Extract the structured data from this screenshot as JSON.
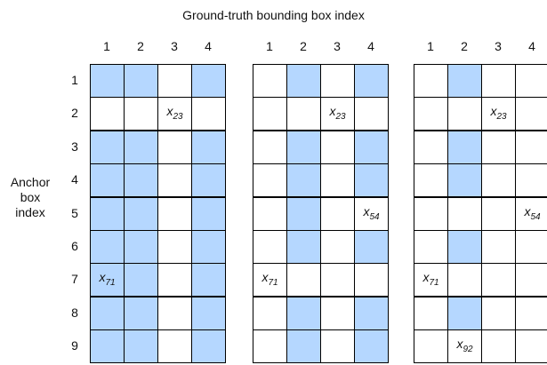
{
  "title": "Ground-truth bounding box index",
  "side_label": [
    "Anchor",
    "box",
    "index"
  ],
  "column_labels": [
    "1",
    "2",
    "3",
    "4"
  ],
  "row_labels": [
    "1",
    "2",
    "3",
    "4",
    "5",
    "6",
    "7",
    "8",
    "9"
  ],
  "highlight_color": "#b5d7ff",
  "grids": [
    {
      "cells": [
        [
          1,
          1,
          0,
          1
        ],
        [
          0,
          0,
          0,
          0
        ],
        [
          1,
          1,
          0,
          1
        ],
        [
          1,
          1,
          0,
          1
        ],
        [
          1,
          1,
          0,
          1
        ],
        [
          1,
          1,
          0,
          1
        ],
        [
          1,
          1,
          0,
          1
        ],
        [
          1,
          1,
          0,
          1
        ],
        [
          1,
          1,
          0,
          1
        ]
      ],
      "labels": [
        {
          "row": 2,
          "col": 3,
          "var": "x",
          "sub": "23"
        },
        {
          "row": 7,
          "col": 1,
          "var": "x",
          "sub": "71"
        }
      ]
    },
    {
      "cells": [
        [
          0,
          1,
          0,
          1
        ],
        [
          0,
          0,
          0,
          0
        ],
        [
          0,
          1,
          0,
          1
        ],
        [
          0,
          1,
          0,
          1
        ],
        [
          0,
          1,
          0,
          0
        ],
        [
          0,
          1,
          0,
          1
        ],
        [
          0,
          0,
          0,
          0
        ],
        [
          0,
          1,
          0,
          1
        ],
        [
          0,
          1,
          0,
          1
        ]
      ],
      "labels": [
        {
          "row": 2,
          "col": 3,
          "var": "x",
          "sub": "23"
        },
        {
          "row": 5,
          "col": 4,
          "var": "x",
          "sub": "54"
        },
        {
          "row": 7,
          "col": 1,
          "var": "x",
          "sub": "71"
        }
      ]
    },
    {
      "cells": [
        [
          0,
          1,
          0,
          0
        ],
        [
          0,
          0,
          0,
          0
        ],
        [
          0,
          1,
          0,
          0
        ],
        [
          0,
          1,
          0,
          0
        ],
        [
          0,
          0,
          0,
          0
        ],
        [
          0,
          1,
          0,
          0
        ],
        [
          0,
          0,
          0,
          0
        ],
        [
          0,
          1,
          0,
          0
        ],
        [
          0,
          0,
          0,
          0
        ]
      ],
      "labels": [
        {
          "row": 2,
          "col": 3,
          "var": "x",
          "sub": "23"
        },
        {
          "row": 5,
          "col": 4,
          "var": "x",
          "sub": "54"
        },
        {
          "row": 7,
          "col": 1,
          "var": "x",
          "sub": "71"
        },
        {
          "row": 9,
          "col": 2,
          "var": "x",
          "sub": "92"
        }
      ]
    }
  ]
}
